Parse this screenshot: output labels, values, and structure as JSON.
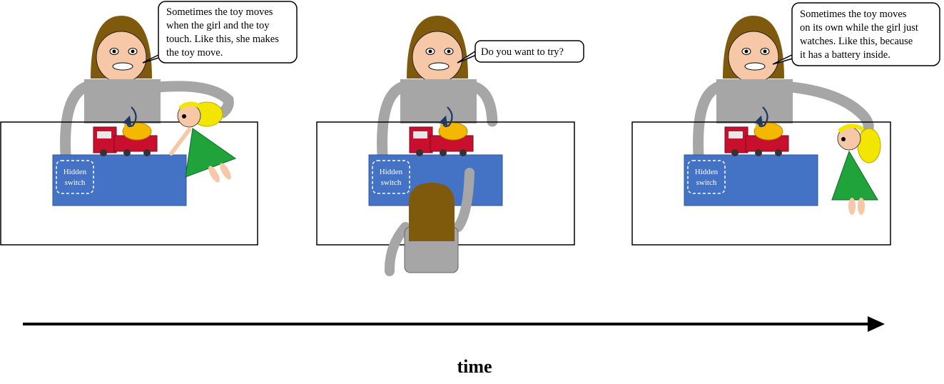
{
  "panels": [
    {
      "speech": [
        "Sometimes the toy moves",
        "when the girl and the toy",
        "touch. Like this, she makes",
        "the toy move."
      ],
      "switch_label": [
        "Hidden",
        "switch"
      ]
    },
    {
      "speech": [
        "Do you want to try?"
      ],
      "switch_label": [
        "Hidden",
        "switch"
      ]
    },
    {
      "speech": [
        "Sometimes the toy moves",
        "on its own while the girl just",
        "watches. Like this, because",
        "it has a battery inside."
      ],
      "switch_label": [
        "Hidden",
        "switch"
      ]
    }
  ],
  "timeline_label": "time",
  "colors": {
    "hair": "#7f5a0d",
    "skin": "#f7c8a8",
    "shirt": "#a6a6a6",
    "box_blue": "#4472c4",
    "doll_hair": "#f2e600",
    "doll_dress": "#1fa33a",
    "truck_red": "#c8102e",
    "truck_yellow": "#f5b800",
    "arrow": "#000000"
  }
}
